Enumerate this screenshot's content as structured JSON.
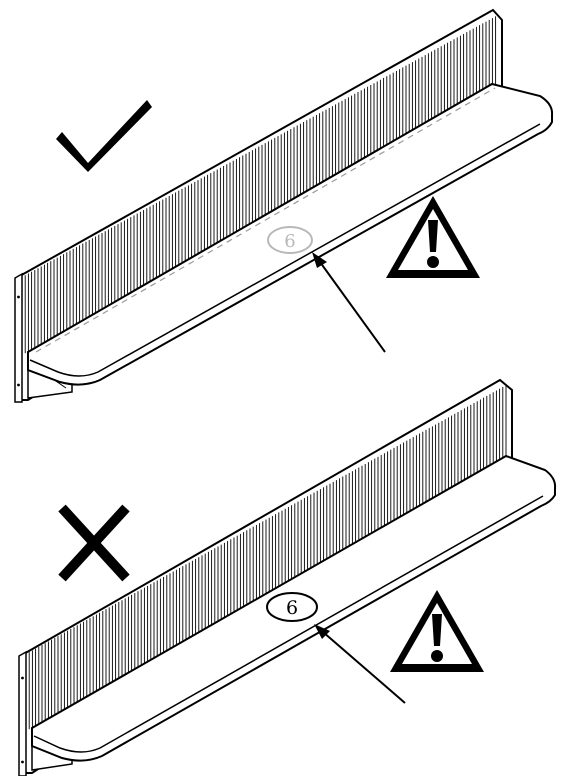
{
  "colors": {
    "ink": "#000000",
    "paper": "#ffffff",
    "faded": "#b8b8b8",
    "dashed_guide": "#9a9a9a"
  },
  "panels": [
    {
      "id": "correct",
      "verdict": "correct",
      "verdict_icon": "check-mark-icon",
      "warning_icon": "warning-triangle-icon",
      "part_number": "6",
      "part_label_style": "faded",
      "mounting_guide": "dashed"
    },
    {
      "id": "incorrect",
      "verdict": "incorrect",
      "verdict_icon": "cross-mark-icon",
      "warning_icon": "warning-triangle-icon",
      "part_number": "6",
      "part_label_style": "solid",
      "mounting_guide": "none"
    }
  ]
}
